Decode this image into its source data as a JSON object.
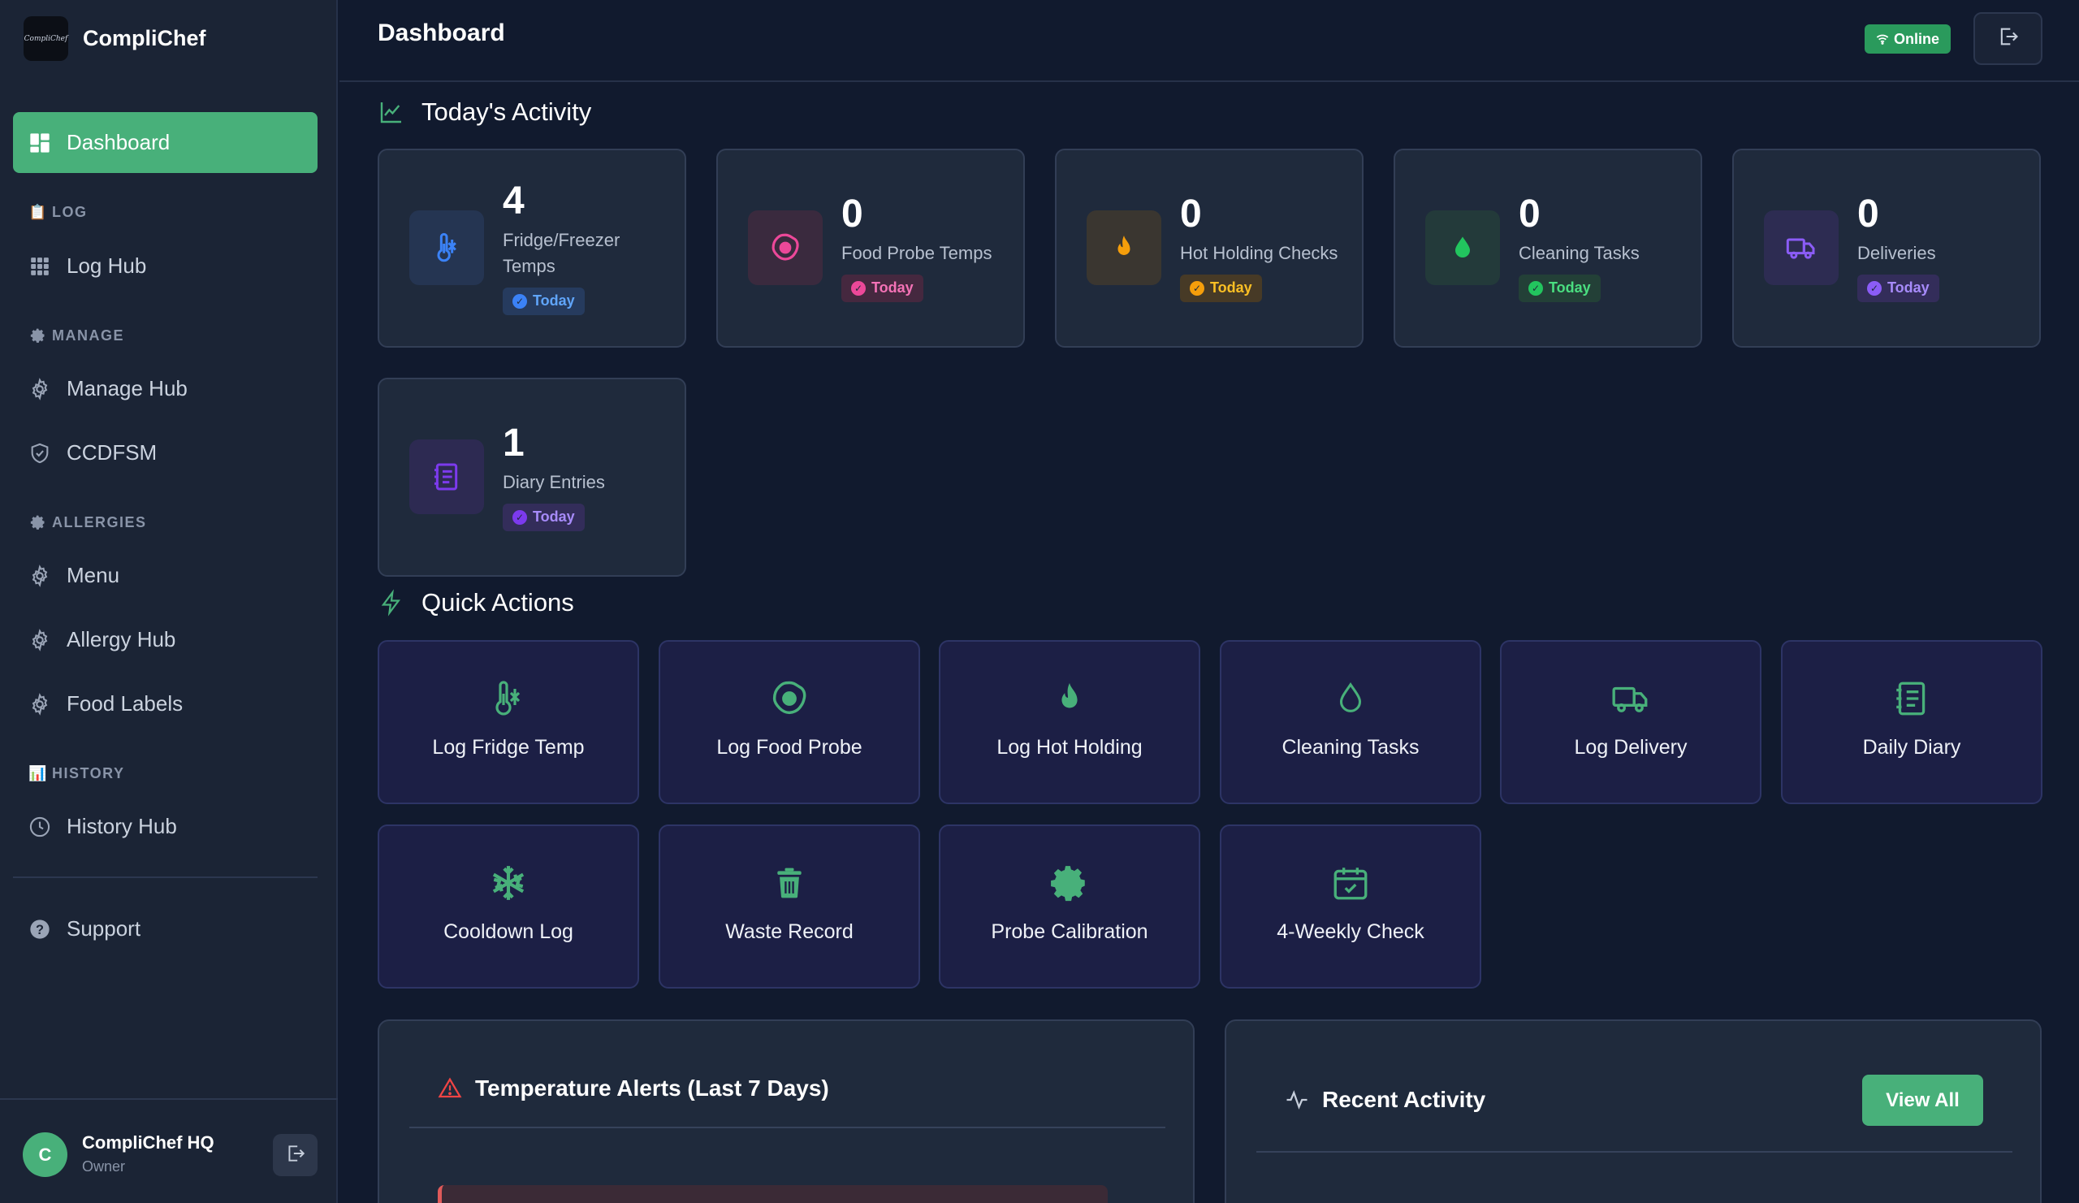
{
  "brand": {
    "name": "CompliChef",
    "logo_text": "CompliChef"
  },
  "sidebar": {
    "active": {
      "label": "Dashboard"
    },
    "sections": {
      "log": "LOG",
      "manage": "MANAGE",
      "allergies": "ALLERGIES",
      "history": "HISTORY"
    },
    "items": {
      "log_hub": "Log Hub",
      "manage_hub": "Manage Hub",
      "ccdfsm": "CCDFSM",
      "menu": "Menu",
      "allergy_hub": "Allergy Hub",
      "food_labels": "Food Labels",
      "history_hub": "History Hub",
      "support": "Support"
    }
  },
  "user": {
    "initial": "C",
    "name": "CompliChef HQ",
    "role": "Owner"
  },
  "header": {
    "title": "Dashboard",
    "status": "Online"
  },
  "activity": {
    "title": "Today's Activity",
    "cards": [
      {
        "value": "4",
        "label": "Fridge/Freezer Temps",
        "badge": "Today",
        "icon": "thermometer-snow-icon",
        "color": "#3b82f6"
      },
      {
        "value": "0",
        "label": "Food Probe Temps",
        "badge": "Today",
        "icon": "food-probe-icon",
        "color": "#ec4899"
      },
      {
        "value": "0",
        "label": "Hot Holding Checks",
        "badge": "Today",
        "icon": "flame-icon",
        "color": "#f59e0b"
      },
      {
        "value": "0",
        "label": "Cleaning Tasks",
        "badge": "Today",
        "icon": "droplet-icon",
        "color": "#22c55e"
      },
      {
        "value": "0",
        "label": "Deliveries",
        "badge": "Today",
        "icon": "truck-icon",
        "color": "#8b5cf6"
      },
      {
        "value": "1",
        "label": "Diary Entries",
        "badge": "Today",
        "icon": "notebook-icon",
        "color": "#7c3aed"
      }
    ]
  },
  "quick_actions": {
    "title": "Quick Actions",
    "items": [
      {
        "label": "Log Fridge Temp",
        "icon": "thermometer-snow-icon"
      },
      {
        "label": "Log Food Probe",
        "icon": "food-probe-icon"
      },
      {
        "label": "Log Hot Holding",
        "icon": "flame-icon"
      },
      {
        "label": "Cleaning Tasks",
        "icon": "droplet-icon"
      },
      {
        "label": "Log Delivery",
        "icon": "truck-icon"
      },
      {
        "label": "Daily Diary",
        "icon": "notebook-icon"
      },
      {
        "label": "Cooldown Log",
        "icon": "snowflake-icon"
      },
      {
        "label": "Waste Record",
        "icon": "trash-icon"
      },
      {
        "label": "Probe Calibration",
        "icon": "gear-icon"
      },
      {
        "label": "4-Weekly Check",
        "icon": "calendar-check-icon"
      }
    ],
    "accent": "#48b07a"
  },
  "panels": {
    "temperature_alerts": {
      "title": "Temperature Alerts (Last 7 Days)"
    },
    "recent_activity": {
      "title": "Recent Activity",
      "view_all": "View All"
    }
  }
}
